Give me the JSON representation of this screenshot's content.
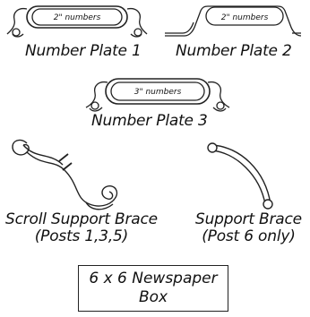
{
  "plates": [
    {
      "inner_text": "2\" numbers",
      "label": "Number Plate 1"
    },
    {
      "inner_text": "2\" numbers",
      "label": "Number Plate 2"
    },
    {
      "inner_text": "3\" numbers",
      "label": "Number Plate 3"
    }
  ],
  "braces": [
    {
      "label_line1": "Scroll Support Brace",
      "label_line2": "(Posts 1,3,5)"
    },
    {
      "label_line1": "Support Brace",
      "label_line2": "(Post 6 only)"
    }
  ],
  "newspaper_box": {
    "line1": "6 x 6 Newspaper",
    "line2": "Box"
  }
}
